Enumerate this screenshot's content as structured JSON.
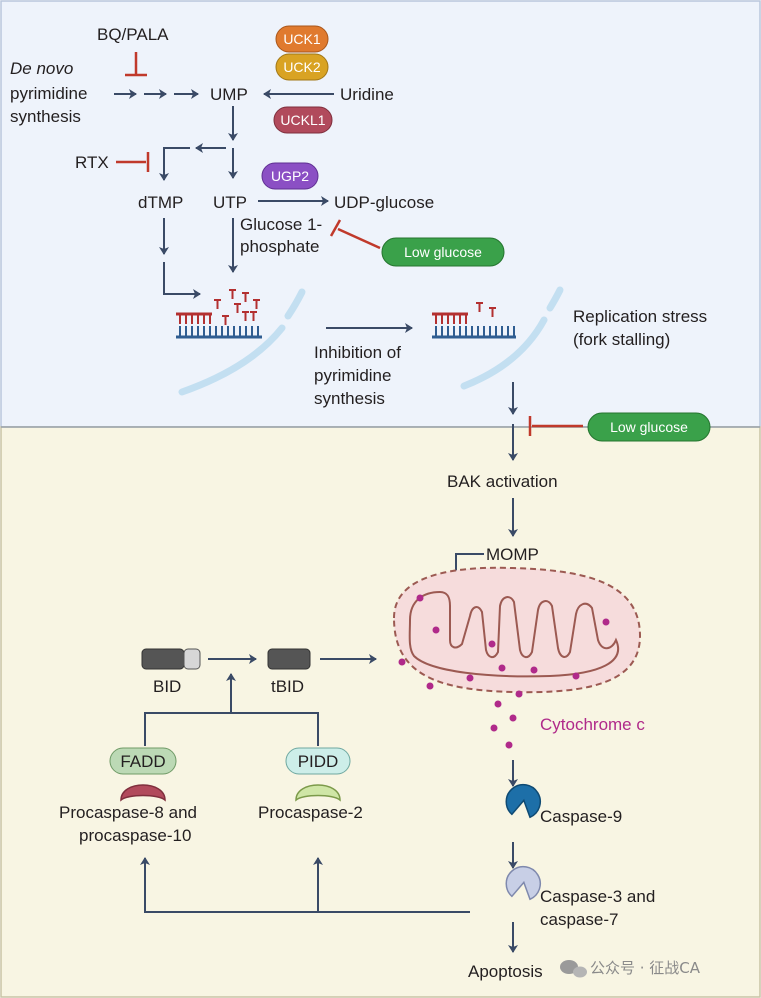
{
  "labels": {
    "bq_pala": "BQ/PALA",
    "de_novo": "De novo",
    "pyrimidine": "pyrimidine",
    "synthesis": "synthesis",
    "ump": "UMP",
    "uridine": "Uridine",
    "uck1": "UCK1",
    "uck2": "UCK2",
    "uckl1": "UCKL1",
    "rtx": "RTX",
    "dtmp": "dTMP",
    "utp": "UTP",
    "ugp2": "UGP2",
    "udp_glucose": "UDP-glucose",
    "glucose1_line1": "Glucose 1-",
    "glucose1_line2": "phosphate",
    "low_glucose_1": "Low glucose",
    "inhibition_line1": "Inhibition of",
    "inhibition_line2": "pyrimidine",
    "inhibition_line3": "synthesis",
    "replication_line1": "Replication stress",
    "replication_line2": "(fork stalling)",
    "low_glucose_2": "Low glucose",
    "bak_activation": "BAK activation",
    "momp": "MOMP",
    "bid": "BID",
    "tbid": "tBID",
    "cytochrome_c": "Cytochrome c",
    "fadd": "FADD",
    "pidd": "PIDD",
    "procaspase8_line1": "Procaspase-8 and",
    "procaspase8_line2": "procaspase-10",
    "procaspase2": "Procaspase-2",
    "caspase9": "Caspase-9",
    "caspase37_line1": "Caspase-3 and",
    "caspase37_line2": "caspase-7",
    "apoptosis": "Apoptosis"
  },
  "watermark": "公众号 · 征战CA",
  "colors": {
    "top_panel": "#eef3fb",
    "bottom_panel": "#f8f5e3",
    "arrow": "#3a4a66",
    "inhibitor": "#c0392b",
    "uck1": "#e07a2e",
    "uck2": "#d9a323",
    "uckl1": "#b14a5c",
    "ugp2": "#8b4fc4",
    "low_glucose": "#3aa14a",
    "mito_fill": "#f6dcdc",
    "mito_stroke": "#9c5a52",
    "cyto_c": "#b02a8a",
    "caspase9": "#1d6fa8",
    "caspase37": "#c8cfe6",
    "fadd": "#bcd9b5",
    "pidd": "#cdeee9",
    "procasp8": "#b14a5c",
    "procasp2": "#cfe6a6",
    "dna_blue": "#2f5d91",
    "dna_red": "#b33030"
  }
}
